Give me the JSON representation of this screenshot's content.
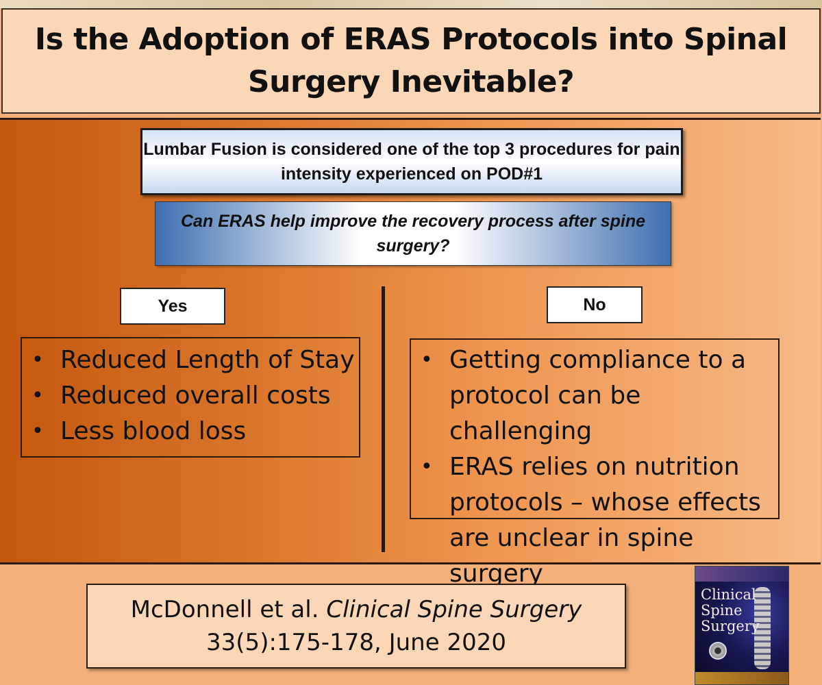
{
  "title": "Is the Adoption of ERAS Protocols into Spinal Surgery Inevitable?",
  "fact": "Lumbar Fusion is considered one of the top 3 procedures for pain intensity experienced on POD#1",
  "question": "Can ERAS help improve the recovery process after spine surgery?",
  "yes": {
    "label": "Yes",
    "items": [
      "Reduced Length of Stay",
      "Reduced overall costs",
      "Less blood loss"
    ]
  },
  "no": {
    "label": "No",
    "items": [
      "Getting compliance to a protocol can be challenging",
      "ERAS relies on nutrition protocols – whose effects are unclear in spine surgery"
    ]
  },
  "citation": {
    "authors": "McDonnell et al.",
    "journal": "Clinical Spine Surgery",
    "details": "33(5):175-178,  June 2020"
  },
  "journal_cover": {
    "title_line1": "Clinical",
    "title_line2": "Spine",
    "title_line3": "Surgery"
  },
  "bullet_char": "•"
}
